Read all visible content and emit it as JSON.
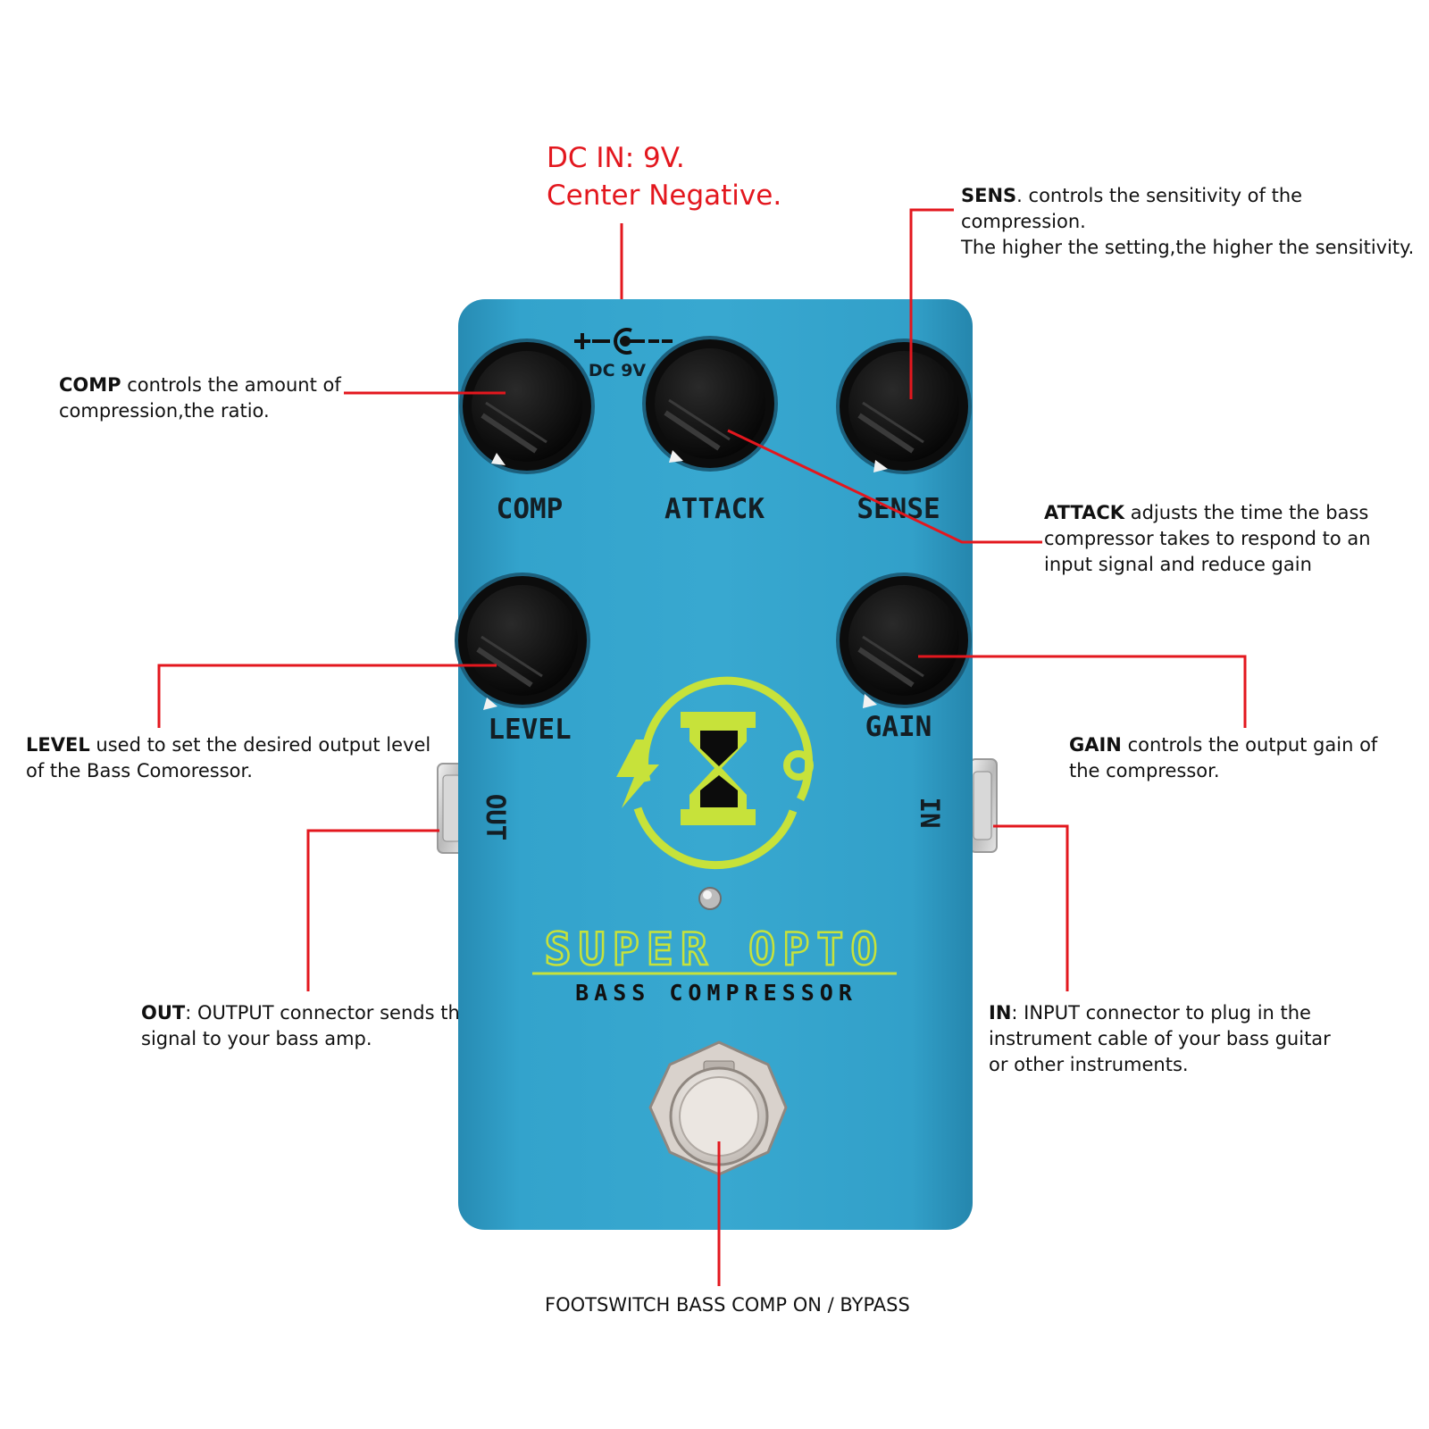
{
  "dc": {
    "line1": "DC IN: 9V.",
    "line2": "Center Negative."
  },
  "annotations": {
    "sens": {
      "term": "SENS",
      "text1": ". controls the sensitivity of the compression.",
      "text2": "The higher the setting,the higher the sensitivity."
    },
    "comp": {
      "term": "COMP",
      "text1": " controls the amount of",
      "text2": "compression,the ratio."
    },
    "attack": {
      "term": "ATTACK",
      "text1": " adjusts the time the bass",
      "text2": "compressor takes to respond to an",
      "text3": "input signal and reduce gain"
    },
    "level": {
      "term": "LEVEL",
      "text1": " used to set the desired output level",
      "text2": "of the Bass Comoressor."
    },
    "gain": {
      "term": "GAIN",
      "text1": " controls the output gain of",
      "text2": "the compressor."
    },
    "out": {
      "term": "OUT",
      "text1": ": OUTPUT connector sends the",
      "text2": "signal to your bass amp."
    },
    "in": {
      "term": "IN",
      "text1": ": INPUT connector to plug in the",
      "text2": "instrument cable of your bass guitar",
      "text3": "or other instruments."
    },
    "footswitch": "FOOTSWITCH BASS COMP ON / BYPASS"
  },
  "pedal": {
    "dc_label": "DC 9V",
    "knobs": {
      "comp": "COMP",
      "attack": "ATTACK",
      "sense": "SENSE",
      "level": "LEVEL",
      "gain": "GAIN"
    },
    "jacks": {
      "out": "OUT",
      "in": "IN"
    },
    "brand": "SUPER OPTO",
    "subtitle": "BASS COMPRESSOR"
  },
  "colors": {
    "pedal_body": "#2f9fc8",
    "logo": "#c7e23a",
    "callout": "#e3171e",
    "knob": "#111111"
  }
}
